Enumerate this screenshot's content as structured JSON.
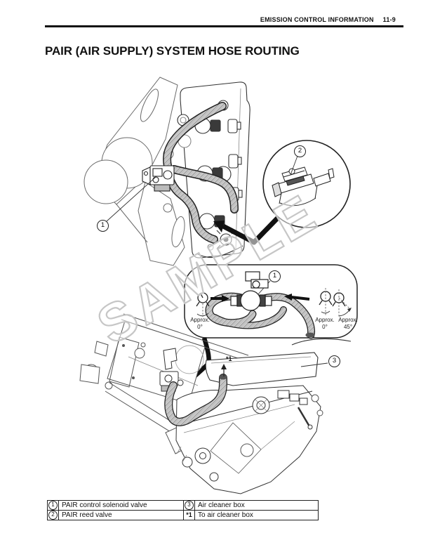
{
  "header": {
    "section": "EMISSION CONTROL INFORMATION",
    "page": "11-9"
  },
  "title": "PAIR (AIR SUPPLY) SYSTEM HOSE ROUTING",
  "watermark": "SAMPLE",
  "figure": {
    "callouts": {
      "c1_upper": "1",
      "c2": "2",
      "c1_inset": "1",
      "c3": "3",
      "star1": "*1"
    },
    "angle_labels": {
      "left": {
        "line1": "Approx.",
        "line2": "0°"
      },
      "mid": {
        "line1": "Approx.",
        "line2": "0°"
      },
      "right": {
        "line1": "Approx.",
        "line2": "45°"
      }
    },
    "colors": {
      "ink": "#222222",
      "hose_gray": "#cbcbcb",
      "watermark_gray": "#c6c6c6"
    }
  },
  "legend_table": {
    "rows": [
      {
        "key1": "1",
        "label1": "PAIR control solenoid valve",
        "key2": "3",
        "label2": "Air cleaner box"
      },
      {
        "key1": "2",
        "label1": "PAIR reed valve",
        "key2": "*1",
        "label2": "To air cleaner box"
      }
    ]
  }
}
